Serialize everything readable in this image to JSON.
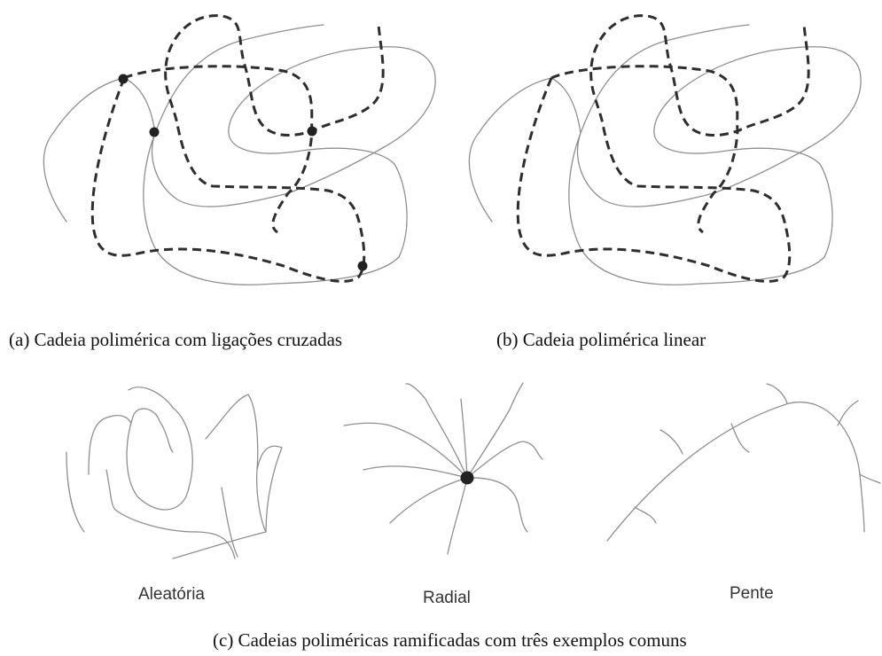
{
  "captions": {
    "a": "(a) Cadeia polimérica com ligações cruzadas",
    "b": "(b) Cadeia polimérica linear",
    "c": "(c) Cadeias poliméricas ramificadas com três exemplos comuns"
  },
  "labels": {
    "random": "Aleatória",
    "radial": "Radial",
    "comb": "Pente"
  },
  "colors": {
    "thin_chain": "#8f8f8f",
    "dashed_chain": "#2e2e2e",
    "crosslink_dot": "#222222"
  }
}
